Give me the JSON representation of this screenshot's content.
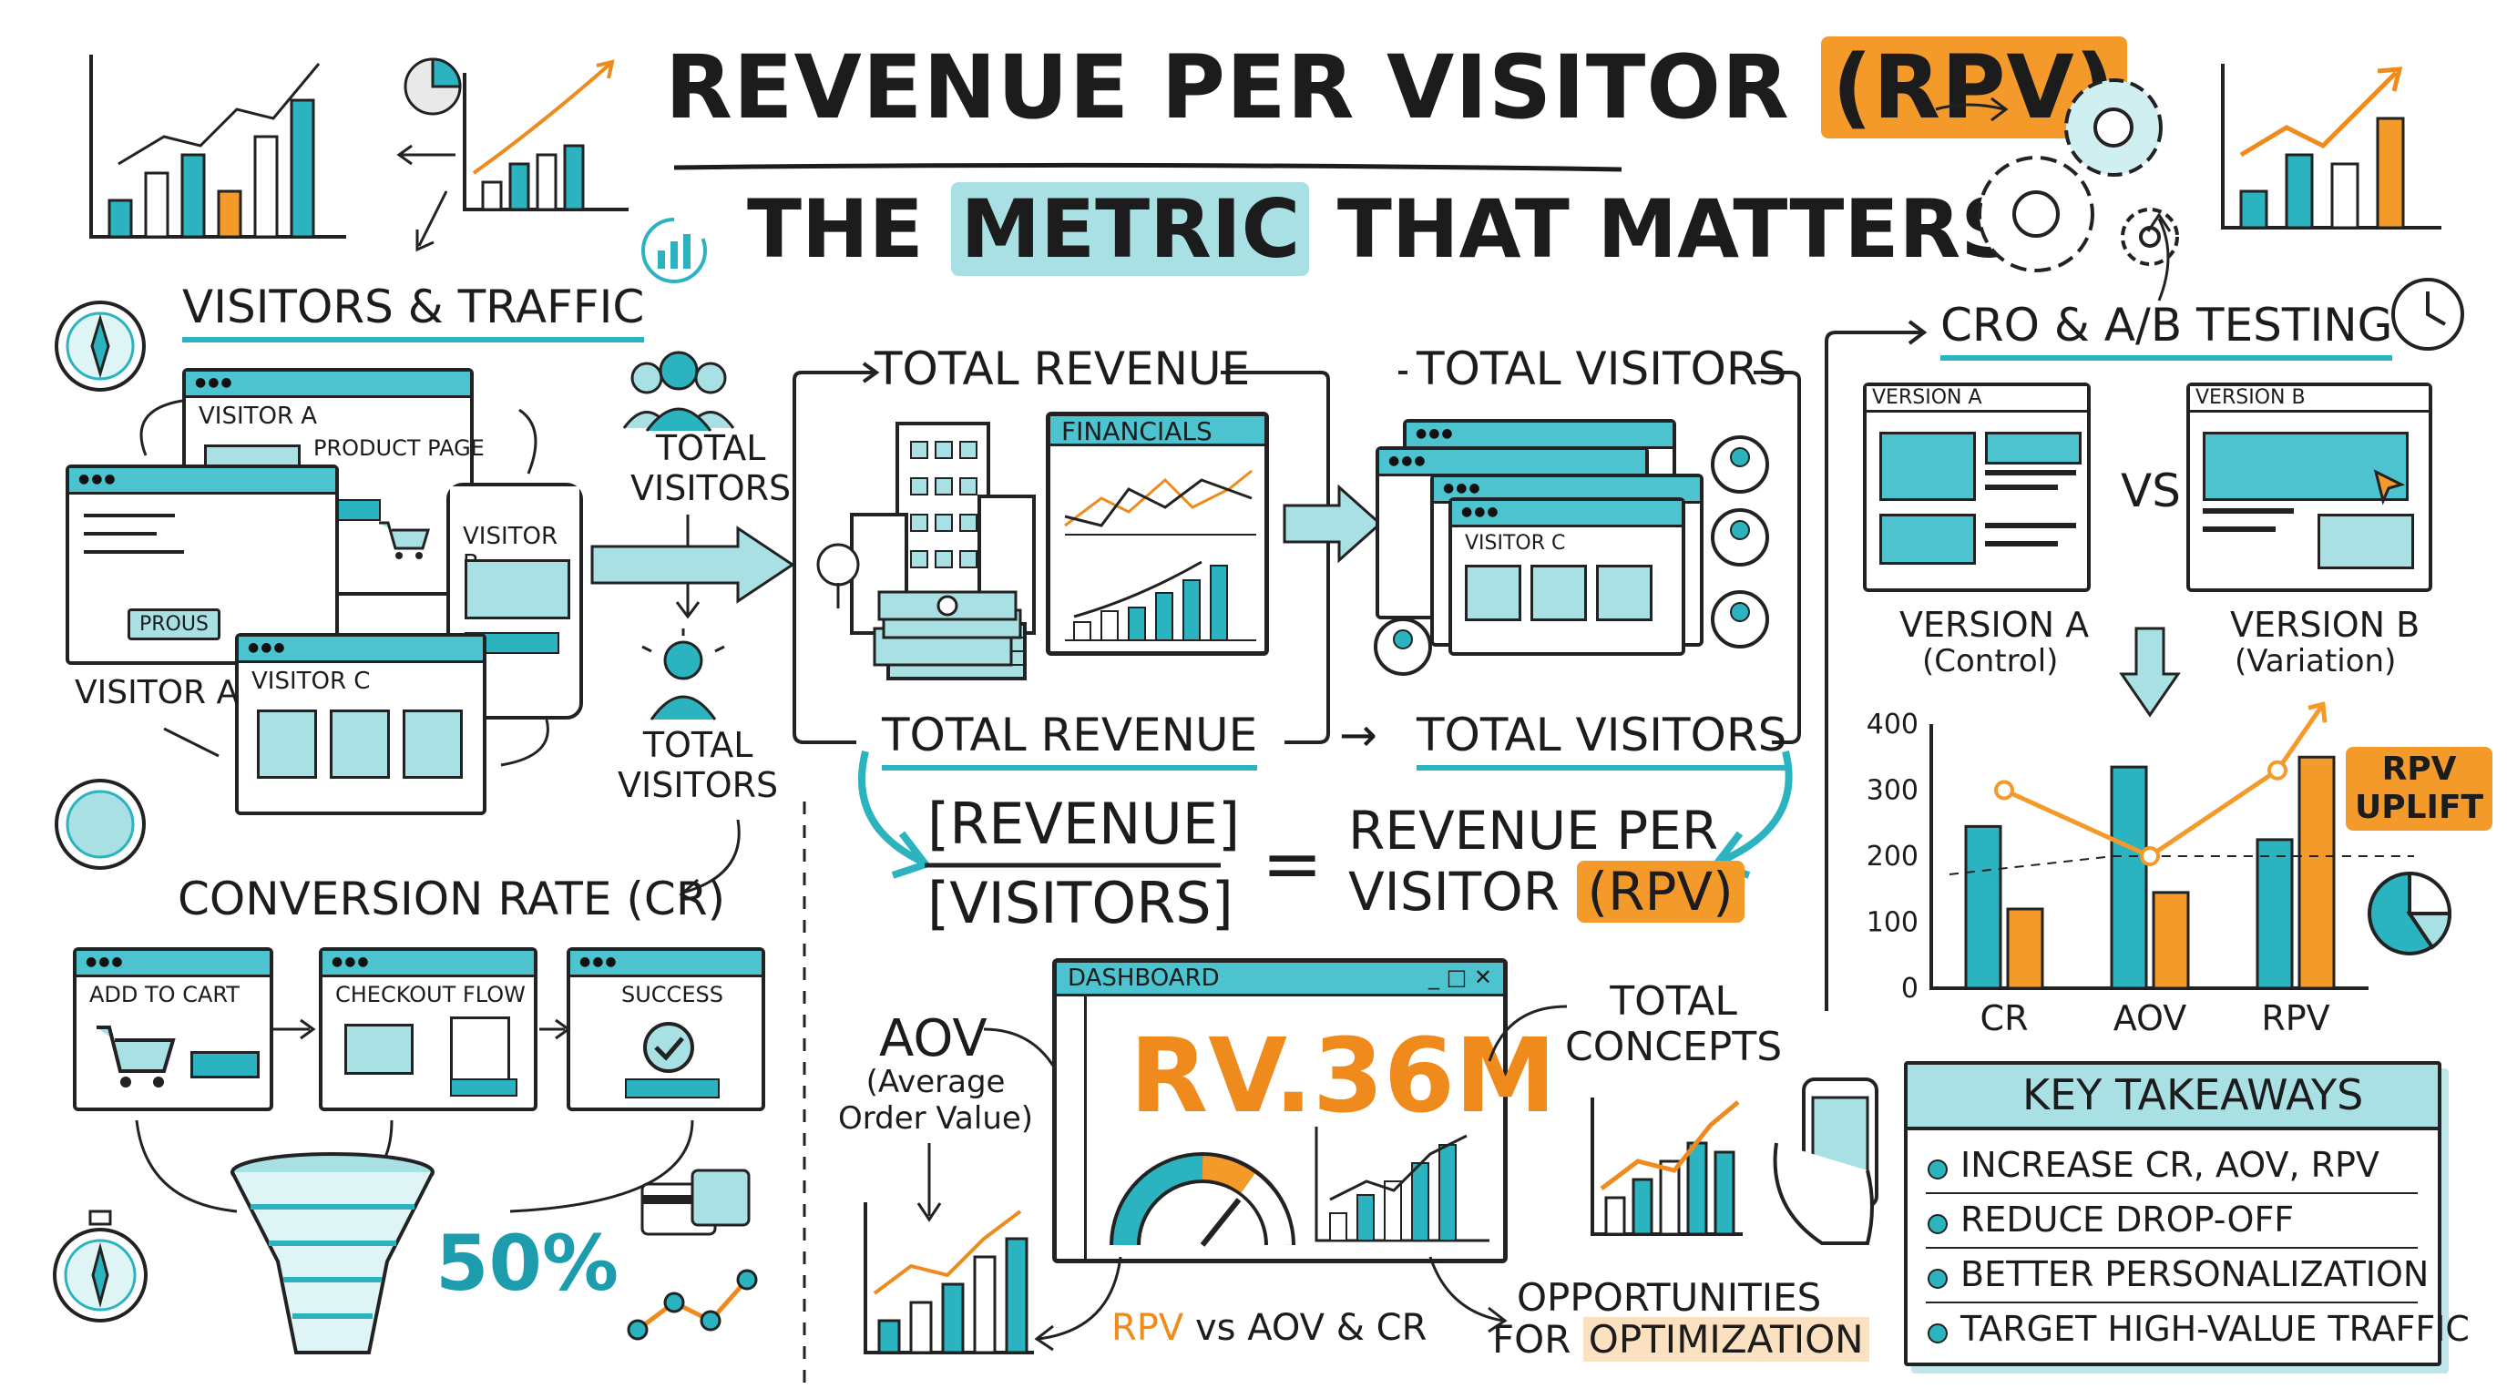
{
  "title": {
    "line1_prefix": "REVENUE PER VISITOR",
    "line1_highlight": "(RPV)",
    "line2_prefix": "THE",
    "line2_highlight": "METRIC",
    "line2_suffix": "THAT MATTERS"
  },
  "traffic": {
    "heading": "VISITORS & TRAFFIC",
    "visitor_a_window": "VISITOR A",
    "product_page": "PRODUCT PAGE",
    "visitor_b_window": "VISITOR B",
    "visitor_c_window": "VISITOR C",
    "prous_chip": "PROUS",
    "visitor_a_label": "VISITOR A",
    "total_visitors_1": "TOTAL\nVISITORS",
    "total_visitors_2": "TOTAL\nVISITORS"
  },
  "conversion": {
    "heading": "CONVERSION RATE (CR)",
    "add_to_cart": "ADD TO CART",
    "checkout_flow": "CHECKOUT FLOW",
    "success": "SUCCESS",
    "funnel_percent": "50%"
  },
  "formula": {
    "total_revenue_top": "TOTAL REVENUE",
    "total_visitors_top": "TOTAL VISITORS",
    "financials": "FINANCIALS",
    "visitor_c": "VISITOR C",
    "total_revenue_bottom": "TOTAL REVENUE",
    "arrow": "→",
    "total_visitors_bottom": "TOTAL VISITORS",
    "numerator": "[REVENUE]",
    "denominator": "[VISITORS]",
    "equals": "=",
    "result_line1": "REVENUE PER",
    "result_line2_prefix": "VISITOR",
    "result_line2_highlight": "(RPV)"
  },
  "dashboard": {
    "window_title": "DASHBOARD",
    "big_value": "RV.36M",
    "aov_label": "AOV",
    "aov_sub": "(Average\nOrder Value)",
    "total_concepts": "TOTAL\nCONCEPTS",
    "rpv_vs_prefix": "RPV",
    "rpv_vs_suffix": "vs AOV & CR",
    "opportunities_line1": "OPPORTUNITIES",
    "opportunities_line2_prefix": "FOR",
    "opportunities_line2_highlight": "OPTIMIZATION"
  },
  "cro": {
    "heading": "CRO & A/B TESTING",
    "version_a_window": "VERSION A",
    "version_b_window": "VERSION B",
    "vs": "VS",
    "version_a_label": "VERSION A",
    "version_a_sub": "(Control)",
    "version_b_label": "VERSION B",
    "version_b_sub": "(Variation)",
    "uplift_label": "RPV\nUPLIFT"
  },
  "takeaways": {
    "heading": "KEY TAKEAWAYS",
    "items": [
      "INCREASE CR, AOV, RPV",
      "REDUCE DROP-OFF",
      "BETTER PERSONALIZATION",
      "TARGET HIGH-VALUE TRAFFIC"
    ]
  },
  "colors": {
    "teal": "#2bb3c0",
    "teal_light": "#a9e0e3",
    "orange": "#f39a2b",
    "ink": "#1c1c1c"
  },
  "chart_data": {
    "type": "bar",
    "categories": [
      "CR",
      "AOV",
      "RPV"
    ],
    "series": [
      {
        "values": [
          245,
          335,
          225
        ],
        "color": "#2bb3c0"
      },
      {
        "values": [
          120,
          145,
          350
        ],
        "color": "#f39a2b"
      }
    ],
    "line_overlay": {
      "values": [
        300,
        200,
        330,
        430
      ]
    },
    "baseline": 200,
    "y_ticks": [
      0,
      100,
      200,
      300,
      400
    ],
    "ylim": [
      0,
      400
    ]
  }
}
